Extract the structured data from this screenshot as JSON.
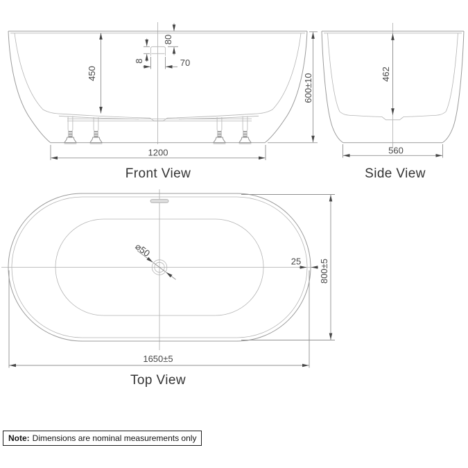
{
  "front_view": {
    "label": "Front View",
    "dims": {
      "inner_height": "450",
      "overflow_offset": "80",
      "overflow_thickness": "8",
      "overflow_width": "70",
      "base_length": "1200",
      "overall_height": "600±10"
    }
  },
  "side_view": {
    "label": "Side View",
    "dims": {
      "inner_depth": "462",
      "base_width": "560"
    }
  },
  "top_view": {
    "label": "Top View",
    "dims": {
      "drain_diameter": "⌀50",
      "rim_width": "25",
      "overall_width": "800±5",
      "overall_length": "1650±5"
    }
  },
  "note": {
    "prefix": "Note:",
    "text": "Dimensions are nominal measurements only"
  },
  "colors": {
    "line": "#9b9b9b",
    "dim_text": "#474747",
    "label_text": "#333333",
    "arrow": "#454545"
  }
}
